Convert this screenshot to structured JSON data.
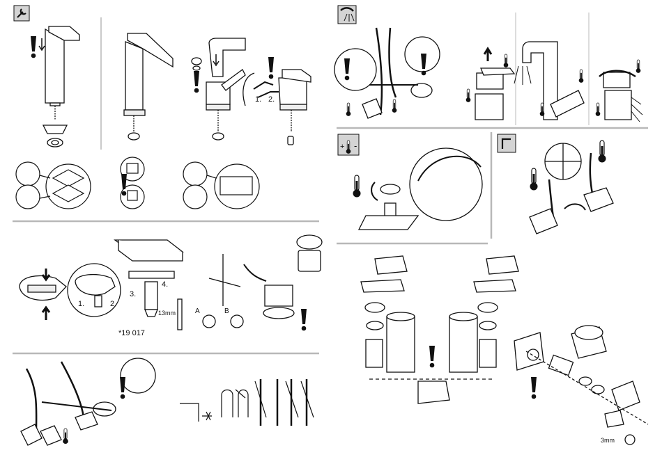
{
  "labels": {
    "step_1": "1.",
    "step_2": "2.",
    "step_3": "3.",
    "step_4": "4.",
    "dim_13mm": "13mm",
    "part_number": "*19 017",
    "variant_a": "A",
    "variant_b": "B",
    "dim_3mm": "3mm",
    "temp_plus": "+",
    "temp_minus": "-"
  },
  "icons": {
    "installation": "wrench-icon",
    "flushing": "water-spray-icon",
    "temperature": "thermometer-plus-minus-icon",
    "hex_key": "allen-key-icon"
  },
  "colors": {
    "ink": "#111111",
    "divider": "#b8b8b8",
    "icon_bg": "#d4d4d4"
  }
}
